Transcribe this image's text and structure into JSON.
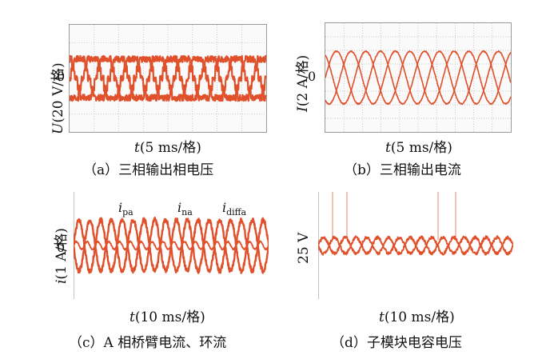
{
  "panels": [
    {
      "id": "a",
      "caption": "（a）三相输出相电压",
      "ylabel_var": "U",
      "ylabel_rest": "(20 V/格)",
      "ytick": "0",
      "xlabel_var": "t",
      "xlabel_rest": "(5 ms/格)"
    },
    {
      "id": "b",
      "caption": "（b）三相输出电流",
      "ylabel_var": "I",
      "ylabel_rest": "(2 A/格)",
      "ytick": "0",
      "xlabel_var": "t",
      "xlabel_rest": "(5 ms/格)"
    },
    {
      "id": "c",
      "caption": "（c）A 相桥臂电流、环流",
      "ylabel_var": "i",
      "ylabel_rest": "(1 A/格)",
      "ytick": "0",
      "xlabel_var": "t",
      "xlabel_rest": "(10 ms/格)",
      "annotations": [
        {
          "var": "i",
          "sub": "pa"
        },
        {
          "var": "i",
          "sub": "na"
        },
        {
          "var": "i",
          "sub": "diffa"
        }
      ]
    },
    {
      "id": "d",
      "caption": "（d）子模块电容电压",
      "ylabel_var": "",
      "ylabel_rest": "25 V",
      "ytick": "",
      "xlabel_var": "t",
      "xlabel_rest": "(10 ms/格)"
    }
  ],
  "colors": {
    "trace": "#e0502a",
    "grid": "#b5b5b5"
  },
  "chart_data": [
    {
      "type": "line",
      "panel": "a",
      "series": [
        {
          "waveform": "staircase-sine",
          "phase_deg": 0,
          "amplitude_div": 1.3,
          "cycles": 5
        },
        {
          "waveform": "staircase-sine",
          "phase_deg": -120,
          "amplitude_div": 1.3,
          "cycles": 5
        },
        {
          "waveform": "staircase-sine",
          "phase_deg": 120,
          "amplitude_div": 1.3,
          "cycles": 5
        }
      ],
      "grid": true
    },
    {
      "type": "line",
      "panel": "b",
      "series": [
        {
          "waveform": "sine",
          "phase_deg": 0,
          "amplitude_div": 1.45,
          "cycles": 4.2
        },
        {
          "waveform": "sine",
          "phase_deg": -120,
          "amplitude_div": 1.45,
          "cycles": 4.2
        },
        {
          "waveform": "sine",
          "phase_deg": 120,
          "amplitude_div": 1.45,
          "cycles": 4.2
        }
      ],
      "grid": true
    },
    {
      "type": "line",
      "panel": "c",
      "series": [
        {
          "name": "ipa",
          "waveform": "sine",
          "phase_deg": 0,
          "amplitude_div": 1.0,
          "offset_div": 0,
          "cycles": 9
        },
        {
          "name": "ina",
          "waveform": "sine",
          "phase_deg": 180,
          "amplitude_div": 1.0,
          "offset_div": 0,
          "cycles": 9
        },
        {
          "name": "idiffa",
          "waveform": "ripple",
          "phase_deg": 0,
          "amplitude_div": 0.15,
          "offset_div": 0,
          "cycles": 18
        }
      ],
      "grid": false
    },
    {
      "type": "line",
      "panel": "d",
      "series": [
        {
          "waveform": "sine",
          "phase_deg": 0,
          "amplitude_div": 0.45,
          "cycles": 9
        },
        {
          "waveform": "sine",
          "phase_deg": 180,
          "amplitude_div": 0.45,
          "cycles": 9
        }
      ],
      "grid": false
    }
  ]
}
